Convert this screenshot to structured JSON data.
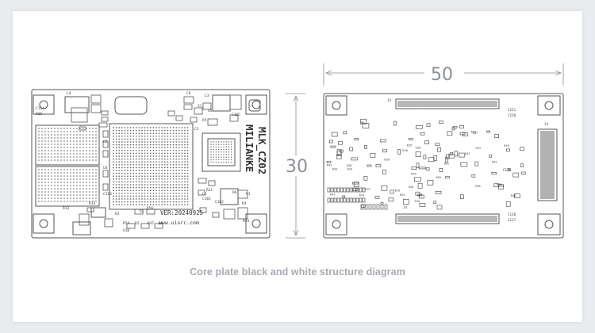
{
  "caption": "Core plate black and white structure diagram",
  "left_board": {
    "brand": "MILIANKE",
    "model": "MLK_CZ02",
    "version": "VER:20240925",
    "website": "www.uisrc.com",
    "silkscreen": [
      "C114",
      "R30",
      "L4",
      "U2",
      "U3",
      "C113",
      "R13",
      "R2",
      "D1",
      "R54",
      "D2",
      "R47",
      "D4",
      "U10",
      "R56",
      "C3",
      "L3",
      "R5",
      "U5",
      "C6",
      "X1",
      "C105",
      "R1",
      "R6",
      "R4",
      "L1",
      "C101",
      "C102",
      "R21",
      "R24",
      "R14"
    ]
  },
  "dimensions": {
    "width_label": "50",
    "height_label": "30"
  },
  "right_board": {
    "connector_labels": [
      "J4",
      "J4",
      "J4",
      "C151",
      "C150",
      "C138",
      "C137",
      "C139"
    ],
    "silkscreen": [
      "R28",
      "R29",
      "R30",
      "R31",
      "R32",
      "R33",
      "R34",
      "R35",
      "R36",
      "R37",
      "R38",
      "R39",
      "R40",
      "R41",
      "R42",
      "R43",
      "R44",
      "R45",
      "R46",
      "R47",
      "R48",
      "R49",
      "R50",
      "R51",
      "R52",
      "R53",
      "R54",
      "R55"
    ]
  },
  "colors": {
    "line": "#555555",
    "dim_line": "#8a8f94",
    "caption": "#a6acb3"
  }
}
